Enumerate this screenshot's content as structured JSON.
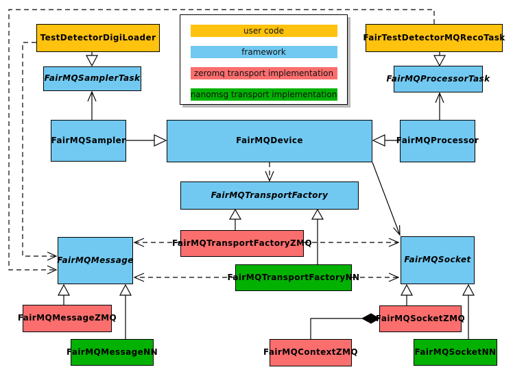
{
  "diagram": {
    "kind": "uml-class-diagram",
    "background": "#ffffff",
    "edge_color": "#000000"
  },
  "category_colors": {
    "user": "#FFC20E",
    "framework": "#71C9F1",
    "zeromq": "#FB6E6E",
    "nanomsg": "#03B103"
  },
  "legend": {
    "items": [
      {
        "label": "user code",
        "category": "user"
      },
      {
        "label": "framework",
        "category": "framework"
      },
      {
        "label": "zeromq transport implementation",
        "category": "zeromq"
      },
      {
        "label": "nanomsg transport implementation",
        "category": "nanomsg"
      }
    ]
  },
  "nodes": {
    "testDetectorDigiLoader": {
      "label": "TestDetectorDigiLoader",
      "category": "user",
      "abstract": false
    },
    "fairTestDetectorMQRecoTask": {
      "label": "FairTestDetectorMQRecoTask",
      "category": "user",
      "abstract": false
    },
    "samplerTask": {
      "label": "FairMQSamplerTask",
      "category": "framework",
      "abstract": true
    },
    "processorTask": {
      "label": "FairMQProcessorTask",
      "category": "framework",
      "abstract": true
    },
    "sampler": {
      "label": "FairMQSampler",
      "category": "framework",
      "abstract": false
    },
    "device": {
      "label": "FairMQDevice",
      "category": "framework",
      "abstract": false
    },
    "processor": {
      "label": "FairMQProcessor",
      "category": "framework",
      "abstract": false
    },
    "transportFactory": {
      "label": "FairMQTransportFactory",
      "category": "framework",
      "abstract": true
    },
    "transportFactoryZMQ": {
      "label": "FairMQTransportFactoryZMQ",
      "category": "zeromq",
      "abstract": false
    },
    "transportFactoryNN": {
      "label": "FairMQTransportFactoryNN",
      "category": "nanomsg",
      "abstract": false
    },
    "message": {
      "label": "FairMQMessage",
      "category": "framework",
      "abstract": true
    },
    "socket": {
      "label": "FairMQSocket",
      "category": "framework",
      "abstract": true
    },
    "messageZMQ": {
      "label": "FairMQMessageZMQ",
      "category": "zeromq",
      "abstract": false
    },
    "messageNN": {
      "label": "FairMQMessageNN",
      "category": "nanomsg",
      "abstract": false
    },
    "socketZMQ": {
      "label": "FairMQSocketZMQ",
      "category": "zeromq",
      "abstract": false
    },
    "socketNN": {
      "label": "FairMQSocketNN",
      "category": "nanomsg",
      "abstract": false
    },
    "contextZMQ": {
      "label": "FairMQContextZMQ",
      "category": "zeromq",
      "abstract": false
    }
  },
  "relationships": [
    {
      "from": "TestDetectorDigiLoader",
      "to": "FairMQSamplerTask",
      "type": "inheritance"
    },
    {
      "from": "FairTestDetectorMQRecoTask",
      "to": "FairMQProcessorTask",
      "type": "inheritance"
    },
    {
      "from": "FairMQSampler",
      "to": "FairMQDevice",
      "type": "inheritance"
    },
    {
      "from": "FairMQProcessor",
      "to": "FairMQDevice",
      "type": "inheritance"
    },
    {
      "from": "FairMQSampler",
      "to": "FairMQSamplerTask",
      "type": "association"
    },
    {
      "from": "FairMQProcessor",
      "to": "FairMQProcessorTask",
      "type": "association"
    },
    {
      "from": "FairMQDevice",
      "to": "FairMQSocket",
      "type": "association"
    },
    {
      "from": "FairMQDevice",
      "to": "FairMQTransportFactory",
      "type": "dependency"
    },
    {
      "from": "FairMQTransportFactoryZMQ",
      "to": "FairMQTransportFactory",
      "type": "inheritance"
    },
    {
      "from": "FairMQTransportFactoryNN",
      "to": "FairMQTransportFactory",
      "type": "inheritance"
    },
    {
      "from": "FairMQTransportFactoryZMQ",
      "to": "FairMQMessage",
      "type": "dependency"
    },
    {
      "from": "FairMQTransportFactoryZMQ",
      "to": "FairMQSocket",
      "type": "dependency"
    },
    {
      "from": "FairMQTransportFactoryNN",
      "to": "FairMQMessage",
      "type": "dependency"
    },
    {
      "from": "FairMQTransportFactoryNN",
      "to": "FairMQSocket",
      "type": "dependency"
    },
    {
      "from": "TestDetectorDigiLoader",
      "to": "FairMQMessage",
      "type": "dependency"
    },
    {
      "from": "FairTestDetectorMQRecoTask",
      "to": "FairMQMessage",
      "type": "dependency"
    },
    {
      "from": "FairMQMessageZMQ",
      "to": "FairMQMessage",
      "type": "inheritance"
    },
    {
      "from": "FairMQMessageNN",
      "to": "FairMQMessage",
      "type": "inheritance"
    },
    {
      "from": "FairMQSocketZMQ",
      "to": "FairMQSocket",
      "type": "inheritance"
    },
    {
      "from": "FairMQSocketNN",
      "to": "FairMQSocket",
      "type": "inheritance"
    },
    {
      "from": "FairMQSocketZMQ",
      "to": "FairMQContextZMQ",
      "type": "composition"
    }
  ]
}
